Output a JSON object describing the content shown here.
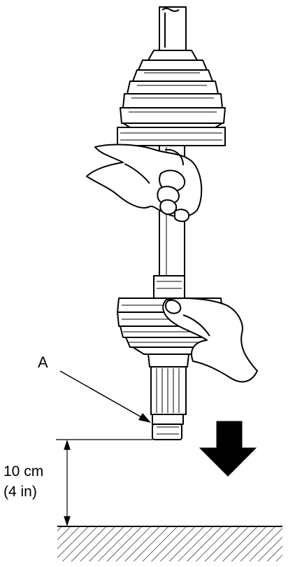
{
  "callout_label": "A",
  "dimension": {
    "line1": "10 cm",
    "line2": "(4 in)"
  },
  "colors": {
    "ink": "#000000",
    "paper": "#ffffff"
  }
}
